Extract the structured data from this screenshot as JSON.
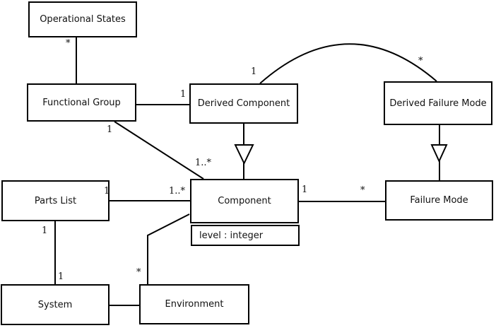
{
  "diagram": {
    "type": "uml-class-diagram",
    "background_color": "#ffffff",
    "line_color": "#000000",
    "nodes": {
      "operational_states": {
        "label": "Operational States"
      },
      "functional_group": {
        "label": "Functional Group"
      },
      "derived_component": {
        "label": "Derived Component"
      },
      "derived_failure_mode": {
        "label": "Derived Failure Mode"
      },
      "parts_list": {
        "label": "Parts List"
      },
      "component": {
        "label": "Component",
        "attributes": [
          "level : integer"
        ]
      },
      "failure_mode": {
        "label": "Failure Mode"
      },
      "system": {
        "label": "System"
      },
      "environment": {
        "label": "Environment"
      }
    },
    "edges": {
      "operational_states__functional_group": {
        "type": "association",
        "mult_operational_states_end": "*"
      },
      "functional_group__derived_component": {
        "type": "association",
        "mult_derived_component_end": "1"
      },
      "functional_group__component": {
        "type": "association",
        "mult_functional_group_end": "1",
        "mult_component_end": "1..*"
      },
      "derived_component__derived_failure_mode": {
        "type": "association",
        "mult_derived_component_end": "1",
        "mult_derived_failure_mode_end": "*"
      },
      "derived_component__component": {
        "type": "generalization"
      },
      "derived_failure_mode__failure_mode": {
        "type": "generalization"
      },
      "parts_list__component": {
        "type": "association",
        "mult_parts_list_end": "1",
        "mult_component_end": "1..*"
      },
      "component__failure_mode": {
        "type": "association",
        "mult_component_end": "1",
        "mult_failure_mode_end": "*"
      },
      "parts_list__system": {
        "type": "association",
        "mult_parts_list_end": "1",
        "mult_system_end": "1"
      },
      "component__environment": {
        "type": "association",
        "mult_environment_end": "*"
      },
      "system__environment": {
        "type": "association"
      }
    }
  }
}
